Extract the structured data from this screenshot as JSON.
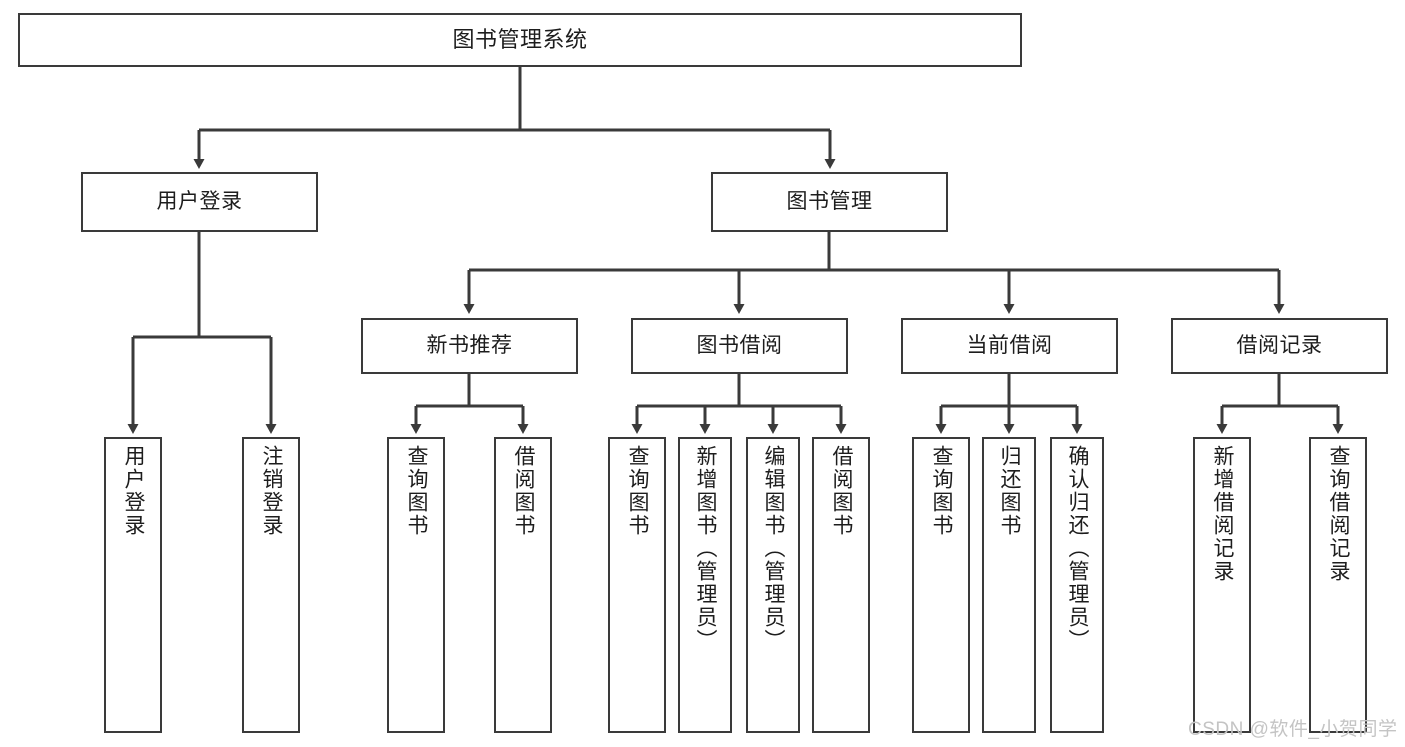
{
  "diagram": {
    "title": "图书管理系统",
    "root": {
      "label": "图书管理系统"
    },
    "level1": [
      {
        "label": "用户登录"
      },
      {
        "label": "图书管理"
      }
    ],
    "level2": [
      {
        "label": "新书推荐"
      },
      {
        "label": "图书借阅"
      },
      {
        "label": "当前借阅"
      },
      {
        "label": "借阅记录"
      }
    ],
    "leaves": {
      "user_login": [
        {
          "label": "用户登录"
        },
        {
          "label": "注销登录"
        }
      ],
      "new_book_recommend": [
        {
          "label": "查询图书"
        },
        {
          "label": "借阅图书"
        }
      ],
      "book_borrow": [
        {
          "label": "查询图书"
        },
        {
          "label": "新增图书（管理员）"
        },
        {
          "label": "编辑图书（管理员）"
        },
        {
          "label": "借阅图书"
        }
      ],
      "current_borrow": [
        {
          "label": "查询图书"
        },
        {
          "label": "归还图书"
        },
        {
          "label": "确认归还（管理员）"
        }
      ],
      "borrow_record": [
        {
          "label": "新增借阅记录"
        },
        {
          "label": "查询借阅记录"
        }
      ]
    }
  },
  "watermark": {
    "text": "CSDN @软件_小贺同学"
  },
  "colors": {
    "stroke": "#3a3a3a",
    "background": "#ffffff",
    "text": "#1d1d1d",
    "watermark": "#c4c4c4"
  }
}
